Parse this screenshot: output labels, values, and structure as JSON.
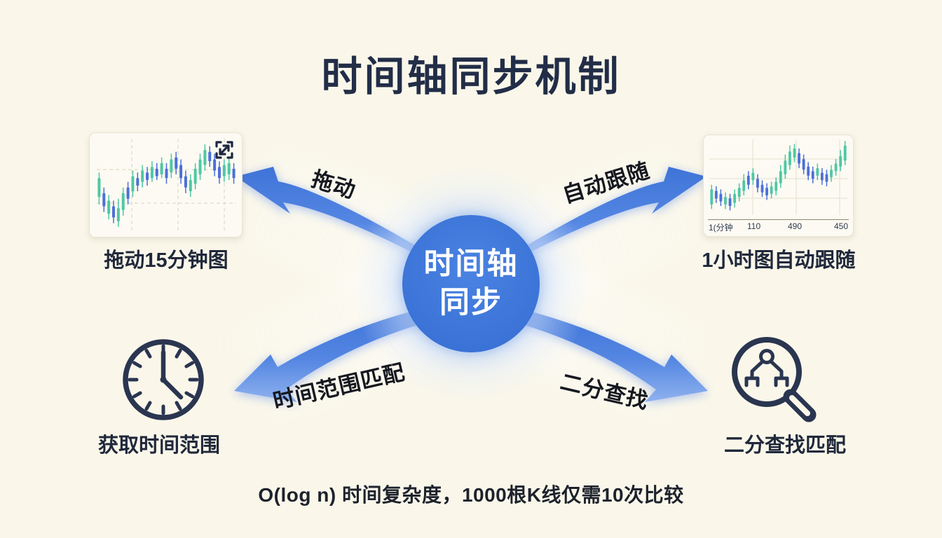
{
  "title": "时间轴同步机制",
  "center": {
    "line1": "时间轴",
    "line2": "同步"
  },
  "arrows": {
    "top_left": {
      "label": "拖动"
    },
    "top_right": {
      "label": "自动跟随"
    },
    "bottom_left": {
      "label": "时间范围匹配"
    },
    "bottom_right": {
      "label": "二分查找"
    }
  },
  "nodes": {
    "top_left": {
      "caption": "拖动15分钟图"
    },
    "top_right": {
      "caption": "1小时图自动跟随",
      "x_labels": [
        "1(分钟",
        "110",
        "490",
        "450"
      ]
    },
    "bottom_left": {
      "caption": "获取时间范围"
    },
    "bottom_right": {
      "caption": "二分查找匹配"
    }
  },
  "footer": "O(log n) 时间复杂度，1000根K线仅需10次比较",
  "colors": {
    "background": "#faf7ea",
    "accent_blue": "#3e76d8",
    "arrow_blue_dark": "#4173d7",
    "arrow_blue_light": "#8fb2ef",
    "navy_icon": "#2a3550",
    "candle_green": "#4fc7a4",
    "candle_blue": "#4c6fd9",
    "card_bg": "#fcfaf2"
  },
  "charts": {
    "left": {
      "candles": [
        [
          30,
          38,
          58,
          64,
          "g"
        ],
        [
          22,
          28,
          42,
          48,
          "b"
        ],
        [
          14,
          20,
          34,
          40,
          "g"
        ],
        [
          10,
          16,
          28,
          34,
          "b"
        ],
        [
          6,
          12,
          26,
          36,
          "g"
        ],
        [
          18,
          24,
          42,
          48,
          "g"
        ],
        [
          30,
          36,
          48,
          54,
          "b"
        ],
        [
          38,
          44,
          60,
          66,
          "g"
        ],
        [
          44,
          50,
          58,
          64,
          "b"
        ],
        [
          48,
          54,
          66,
          72,
          "g"
        ],
        [
          50,
          56,
          64,
          70,
          "b"
        ],
        [
          54,
          58,
          70,
          76,
          "g"
        ],
        [
          56,
          60,
          68,
          74,
          "b"
        ],
        [
          58,
          62,
          74,
          80,
          "g"
        ],
        [
          52,
          58,
          68,
          74,
          "b"
        ],
        [
          58,
          64,
          78,
          84,
          "g"
        ],
        [
          62,
          68,
          80,
          86,
          "b"
        ],
        [
          52,
          58,
          72,
          78,
          "b"
        ],
        [
          42,
          48,
          60,
          66,
          "b"
        ],
        [
          38,
          44,
          56,
          62,
          "g"
        ],
        [
          46,
          52,
          68,
          74,
          "g"
        ],
        [
          56,
          62,
          78,
          84,
          "g"
        ],
        [
          66,
          72,
          88,
          94,
          "g"
        ],
        [
          70,
          76,
          86,
          92,
          "b"
        ],
        [
          60,
          66,
          78,
          84,
          "b"
        ],
        [
          52,
          58,
          70,
          76,
          "b"
        ],
        [
          54,
          60,
          72,
          78,
          "g"
        ],
        [
          56,
          62,
          74,
          80,
          "g"
        ],
        [
          52,
          58,
          68,
          74,
          "b"
        ]
      ]
    },
    "right": {
      "candles": [
        [
          8,
          14,
          34,
          40,
          "g"
        ],
        [
          16,
          22,
          32,
          38,
          "b"
        ],
        [
          12,
          18,
          28,
          34,
          "b"
        ],
        [
          8,
          14,
          24,
          30,
          "g"
        ],
        [
          6,
          12,
          22,
          28,
          "b"
        ],
        [
          10,
          16,
          28,
          34,
          "g"
        ],
        [
          18,
          24,
          36,
          42,
          "g"
        ],
        [
          26,
          32,
          46,
          54,
          "g"
        ],
        [
          34,
          40,
          52,
          58,
          "b"
        ],
        [
          40,
          46,
          56,
          62,
          "g"
        ],
        [
          30,
          36,
          48,
          54,
          "b"
        ],
        [
          24,
          30,
          40,
          46,
          "b"
        ],
        [
          20,
          26,
          36,
          42,
          "b"
        ],
        [
          22,
          28,
          38,
          44,
          "g"
        ],
        [
          26,
          32,
          44,
          50,
          "g"
        ],
        [
          36,
          42,
          58,
          66,
          "g"
        ],
        [
          48,
          54,
          72,
          80,
          "g"
        ],
        [
          60,
          66,
          84,
          92,
          "g"
        ],
        [
          70,
          76,
          88,
          94,
          "g"
        ],
        [
          62,
          68,
          82,
          88,
          "b"
        ],
        [
          54,
          60,
          74,
          80,
          "b"
        ],
        [
          46,
          52,
          64,
          70,
          "b"
        ],
        [
          42,
          48,
          58,
          64,
          "b"
        ],
        [
          46,
          52,
          62,
          68,
          "g"
        ],
        [
          40,
          46,
          56,
          62,
          "b"
        ],
        [
          38,
          44,
          54,
          60,
          "b"
        ],
        [
          44,
          50,
          60,
          66,
          "g"
        ],
        [
          52,
          58,
          68,
          74,
          "g"
        ],
        [
          58,
          64,
          78,
          86,
          "g"
        ],
        [
          66,
          72,
          92,
          98,
          "g"
        ]
      ]
    }
  }
}
